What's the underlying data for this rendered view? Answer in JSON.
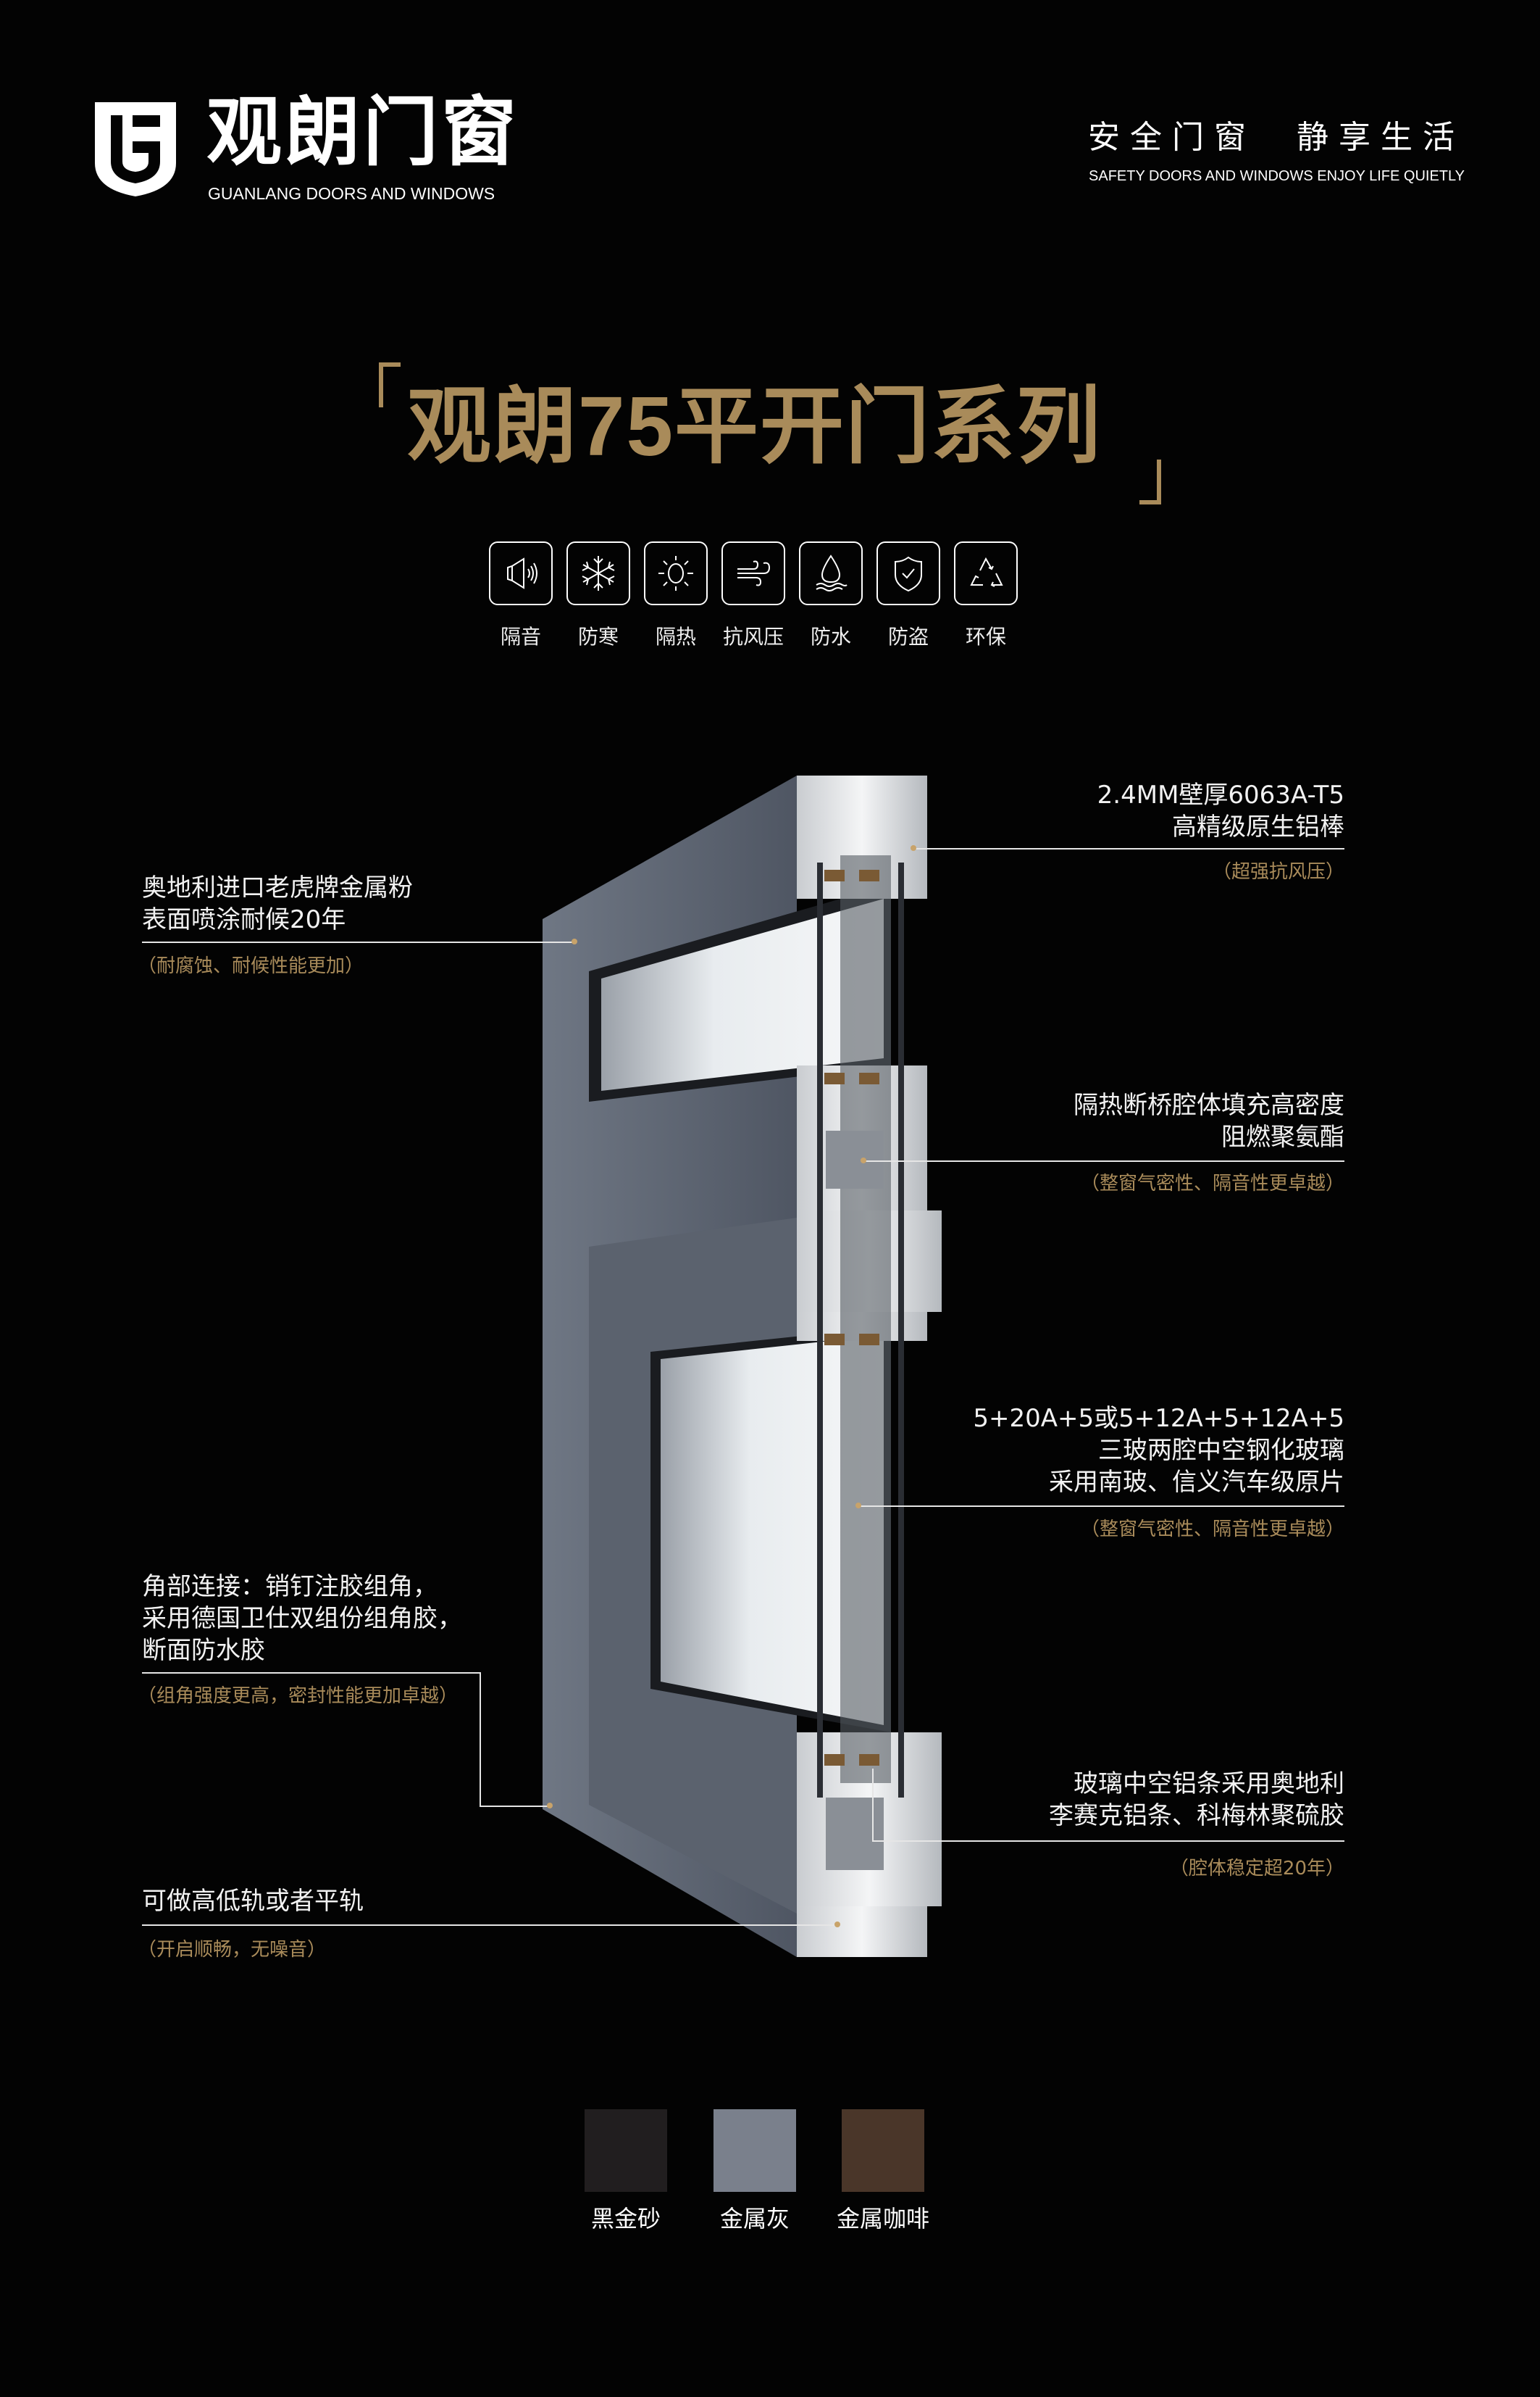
{
  "brand": {
    "name": "观朗门窗",
    "name_en": "GUANLANG DOORS AND WINDOWS",
    "slogan": "安全门窗  静享生活",
    "slogan_en": "SAFETY DOORS AND WINDOWS ENJOY LIFE QUIETLY"
  },
  "title": "观朗75平开门系列",
  "accent_color": "#a98b5a",
  "features": [
    {
      "label": "隔音",
      "icon": "speaker-icon"
    },
    {
      "label": "防寒",
      "icon": "snowflake-icon"
    },
    {
      "label": "隔热",
      "icon": "sun-icon"
    },
    {
      "label": "抗风压",
      "icon": "wind-icon"
    },
    {
      "label": "防水",
      "icon": "water-drop-icon"
    },
    {
      "label": "防盗",
      "icon": "shield-check-icon"
    },
    {
      "label": "环保",
      "icon": "recycle-icon"
    }
  ],
  "annotations": [
    {
      "lines": [
        "2.4MM壁厚6063A-T5",
        "高精级原生铝棒"
      ],
      "note": "（超强抗风压）"
    },
    {
      "lines": [
        "奥地利进口老虎牌金属粉",
        "表面喷涂耐候20年"
      ],
      "note": "（耐腐蚀、耐候性能更加）"
    },
    {
      "lines": [
        "隔热断桥腔体填充高密度",
        "阻燃聚氨酯"
      ],
      "note": "（整窗气密性、隔音性更卓越）"
    },
    {
      "lines": [
        "5+20A+5或5+12A+5+12A+5",
        "三玻两腔中空钢化玻璃",
        "采用南玻、信义汽车级原片"
      ],
      "note": "（整窗气密性、隔音性更卓越）"
    },
    {
      "lines": [
        "角部连接：销钉注胶组角，",
        "采用德国卫仕双组份组角胶，",
        "断面防水胶"
      ],
      "note": "（组角强度更高，密封性能更加卓越）"
    },
    {
      "lines": [
        "玻璃中空铝条采用奥地利",
        "李赛克铝条、科梅林聚硫胶"
      ],
      "note": "（腔体稳定超20年）"
    },
    {
      "lines": [
        "可做高低轨或者平轨"
      ],
      "note": "（开启顺畅，无噪音）"
    }
  ],
  "colors": [
    {
      "label": "黑金砂",
      "hex": "#211e1f"
    },
    {
      "label": "金属灰",
      "hex": "#7a808c"
    },
    {
      "label": "金属咖啡",
      "hex": "#4a3629"
    }
  ]
}
